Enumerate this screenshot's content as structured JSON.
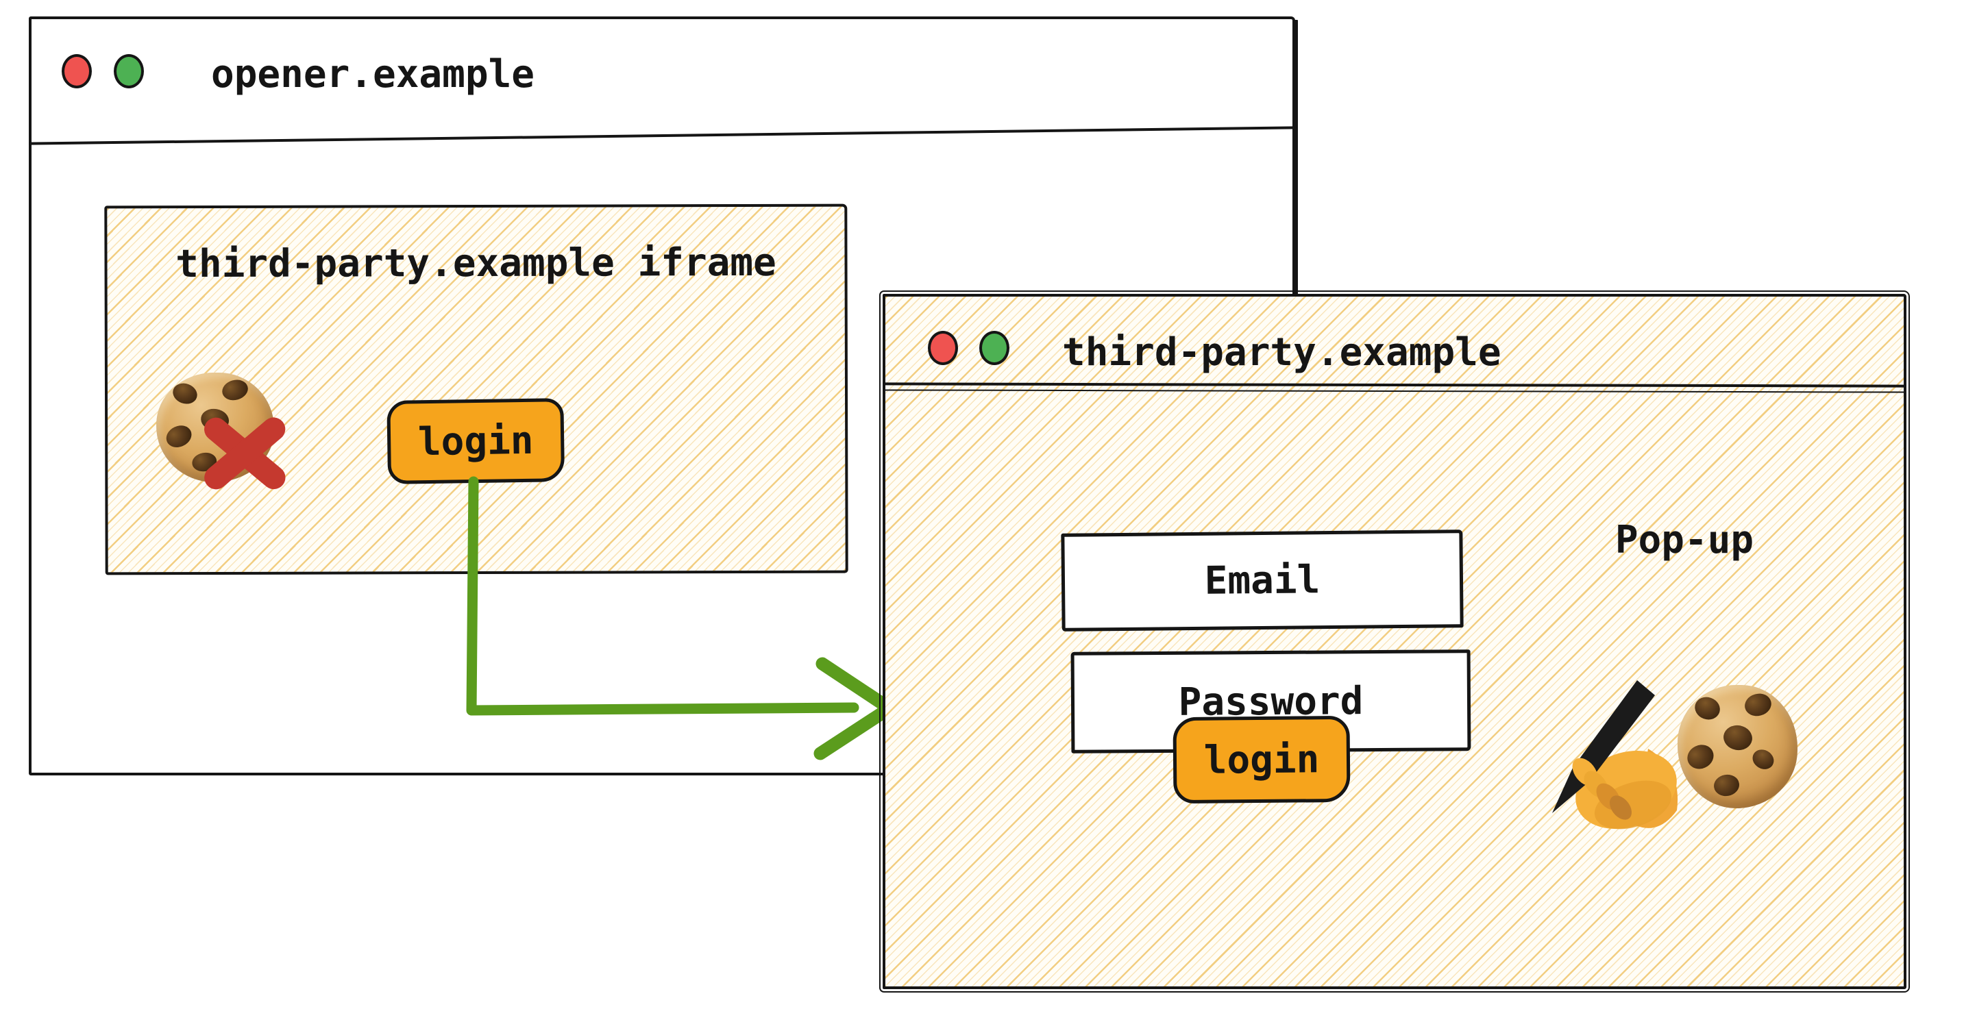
{
  "opener_window": {
    "title": "opener.example",
    "iframe": {
      "label": "third-party.example iframe",
      "login_button": "login"
    }
  },
  "popup_window": {
    "title": "third-party.example",
    "annotation": "Pop-up",
    "email_field": "Email",
    "password_field": "Password",
    "login_button": "login"
  },
  "icons": {
    "opener_iframe": [
      "cookie-icon",
      "cross-icon"
    ],
    "popup": [
      "writing-hand-icon",
      "cookie-icon"
    ],
    "window_controls": [
      "red-traffic-light",
      "green-traffic-light"
    ]
  },
  "colors": {
    "ink": "#151515",
    "accent_orange": "#f6a41c",
    "arrow_green": "#5b9c1d",
    "blocked_red": "#c5392f",
    "traffic_red": "#ef5350",
    "traffic_green": "#4db153",
    "hatch_bg": "#fffdf6",
    "hatch_line": "#f2cd85"
  }
}
